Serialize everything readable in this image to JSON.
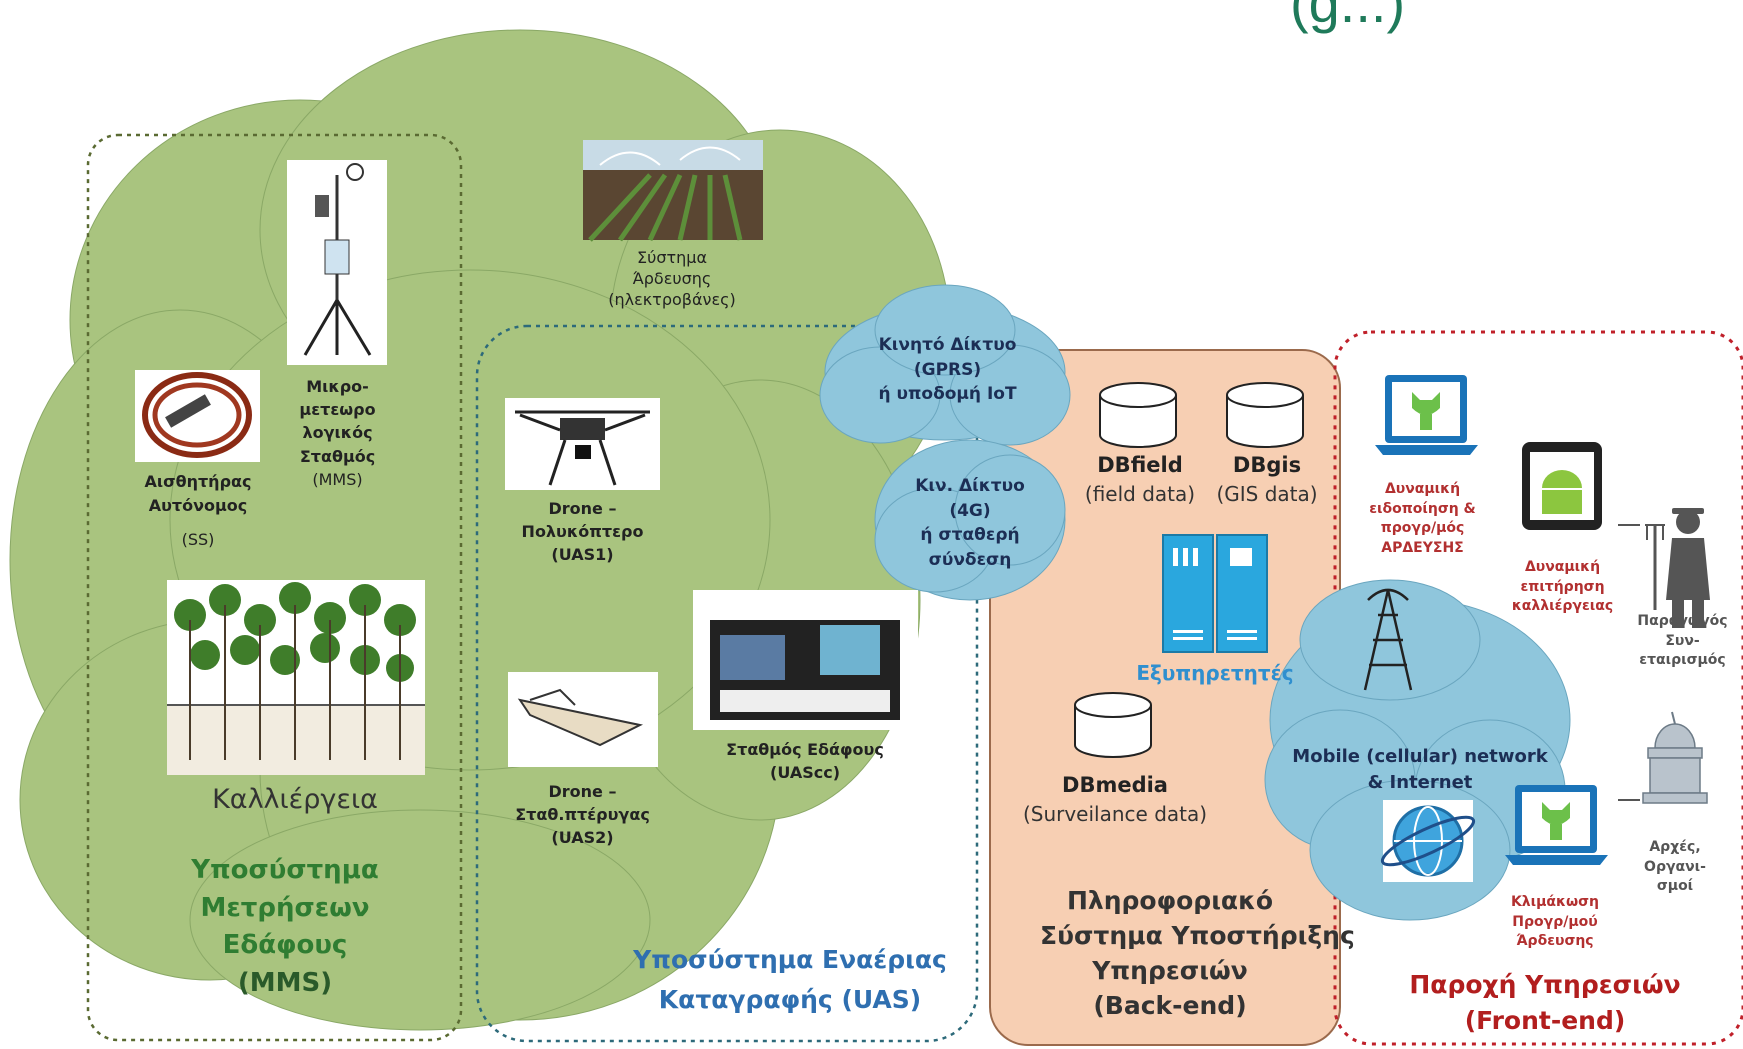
{
  "header": {
    "partial_text": "(g...)"
  },
  "irrigation": {
    "line1": "Σύστημα",
    "line2": "Άρδευσης",
    "line3": "(ηλεκτροβάνες)"
  },
  "mms_station": {
    "line1": "Μικρο-",
    "line2": "μετεωρο",
    "line3": "λογικός",
    "line4": "Σταθμός",
    "line5": "(MMS)"
  },
  "soil_sensor": {
    "line1": "Αισθητήρας",
    "line2": "Αυτόνομος",
    "line3": "(SS)"
  },
  "crop": {
    "label": "Καλλιέργεια"
  },
  "mms_subsystem": {
    "line1": "Υποσύστημα",
    "line2": "Μετρήσεων",
    "line3": "Εδάφους",
    "line4": "(MMS)"
  },
  "drone1": {
    "line1": "Drone –",
    "line2": "Πολυκόπτερο",
    "line3": "(UAS1)"
  },
  "drone2": {
    "line1": "Drone –",
    "line2": "Σταθ.πτέρυγας",
    "line3": "(UAS2)"
  },
  "ground_station": {
    "line1": "Σταθμός Εδάφους",
    "line2": "(UAScc)"
  },
  "uas_subsystem": {
    "line1": "Υποσύστημα Εναέριας",
    "line2": "Καταγραφής (UAS)"
  },
  "cloud_gprs": {
    "line1": "Κινητό Δίκτυο",
    "line2": "(GPRS)",
    "line3": "ή υποδομή IoT"
  },
  "cloud_4g": {
    "line1": "Κιν. Δίκτυο",
    "line2": "(4G)",
    "line3": "ή σταθερή",
    "line4": "σύνδεση"
  },
  "db_field": {
    "name": "DBfield",
    "sub": "(field data)"
  },
  "db_gis": {
    "name": "DBgis",
    "sub": "(GIS data)"
  },
  "servers": {
    "label": "Εξυπηρετητές"
  },
  "db_media": {
    "name": "DBmedia",
    "sub": "(Surveilance data)"
  },
  "backend": {
    "line1": "Πληροφοριακό",
    "line2": "Σύστημα Υποστήριξης",
    "line3": "Υπηρεσιών",
    "line4": "(Back-end)"
  },
  "notify": {
    "line1": "Δυναμική",
    "line2": "ειδοποίηση &",
    "line3": "προγρ/μός",
    "line4": "ΑΡΔΕΥΣΗΣ"
  },
  "monitor": {
    "line1": "Δυναμική",
    "line2": "επιτήρηση",
    "line3": "καλλιέργειας"
  },
  "farmer": {
    "line1": "Παραγωγός",
    "line2": "Συν-",
    "line3": "εταιρισμός"
  },
  "internet": {
    "line1": "Mobile (cellular) network",
    "line2": "& Internet"
  },
  "scaling": {
    "line1": "Κλιμάκωση",
    "line2": "Προγρ/μού",
    "line3": "Άρδευσης"
  },
  "authorities": {
    "line1": "Αρχές,",
    "line2": "Οργανι-",
    "line3": "σμοί"
  },
  "frontend": {
    "line1": "Παροχή Υπηρεσιών",
    "line2": "(Front-end)"
  },
  "colors": {
    "green_cloud": "#a9c47f",
    "blue_cloud": "#8fc6dc",
    "backend_fill": "#f7cfb3",
    "frontend_border": "#c0202a",
    "accent_blue": "#2f6fb0",
    "accent_green": "#2f7d32"
  }
}
